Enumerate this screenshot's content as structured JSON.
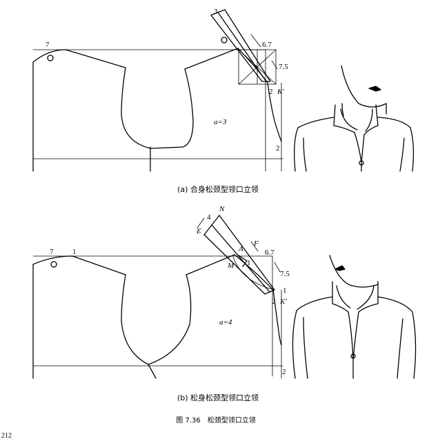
{
  "figure_a": {
    "caption": "(a) 合身松颈型领口立领",
    "labels": {
      "seven": "7",
      "three": "3",
      "six_seven": "6.7",
      "seven_five": "7.5",
      "two_a": "2",
      "k_prime": "K′",
      "a_eq": "a=3",
      "two_b": "2"
    }
  },
  "figure_b": {
    "caption": "(b) 松身松颈型领口立领",
    "labels": {
      "seven": "7",
      "one_a": "1",
      "four": "4",
      "n": "N",
      "e": "E",
      "a_pt": "A",
      "f_pt": "F",
      "m_pt": "M",
      "one_b": "1",
      "six_seven": "6.7",
      "seven_five": "7.5",
      "one_c": "1",
      "two_a": "2",
      "k_prime": "K′",
      "a_eq": "a=4",
      "two_b": "2"
    }
  },
  "figure_caption": "图 7.36　松颈型领口立领",
  "page_number": "212"
}
